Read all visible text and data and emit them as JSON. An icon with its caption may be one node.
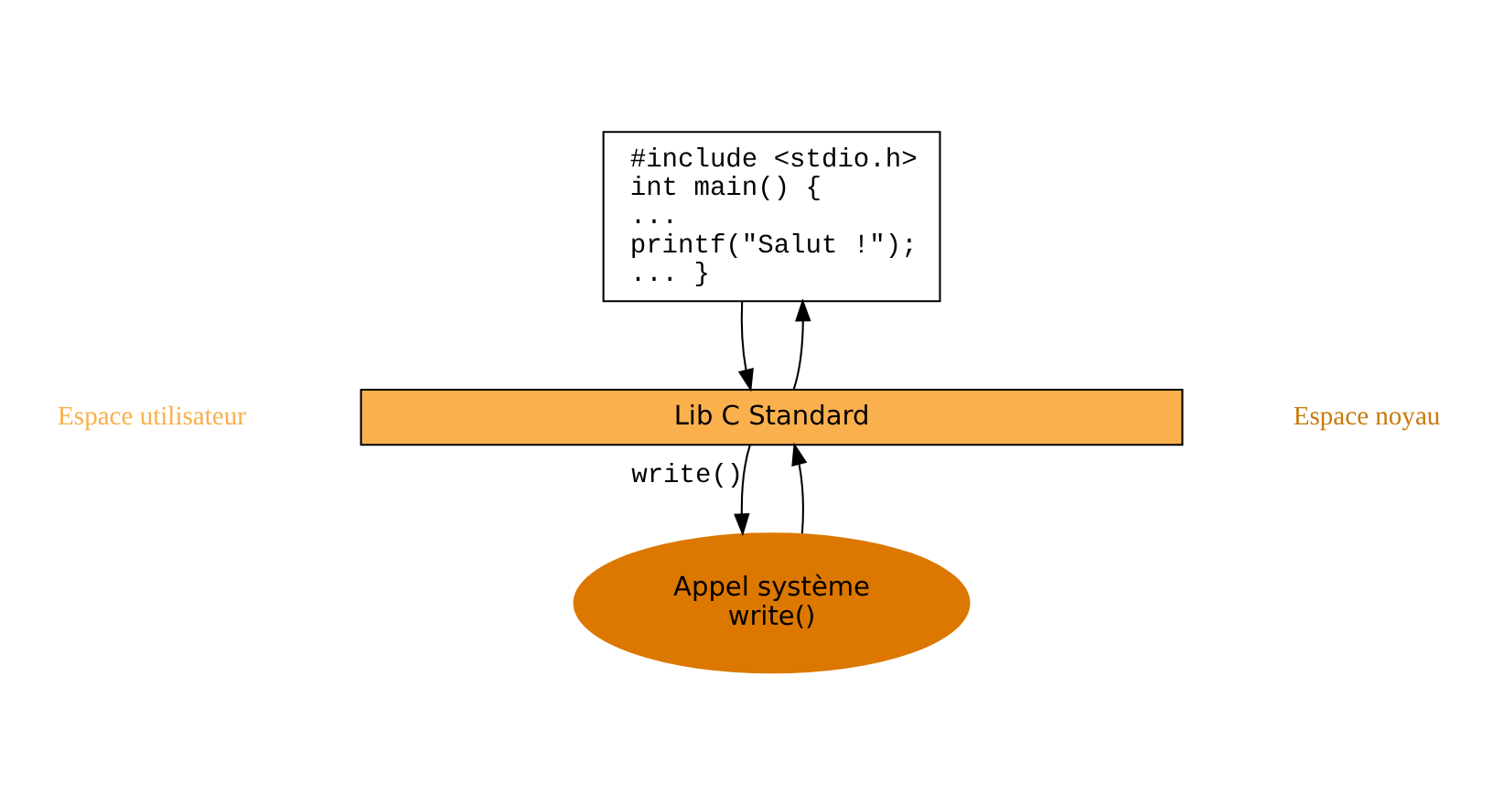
{
  "diagram": {
    "nodes": [
      {
        "text": [
          "#include <stdio.h>",
          "int main() {",
          "...",
          "printf(\"Salut !\");",
          "... }"
        ]
      },
      {
        "text": [
          "Lib C Standard"
        ]
      },
      {
        "text": [
          "Appel système",
          "write()"
        ]
      }
    ],
    "edges": [
      {
        "from": 0,
        "to": 1,
        "arrow": "to"
      },
      {
        "from": 1,
        "to": 2,
        "arrow": "to",
        "label": "write()"
      },
      {
        "from": 2,
        "to": 1,
        "arrow": "to"
      },
      {
        "from": 1,
        "to": 0,
        "arrow": "to"
      }
    ],
    "labels": [
      "Espace utilisateur",
      "Espace noyau"
    ]
  }
}
